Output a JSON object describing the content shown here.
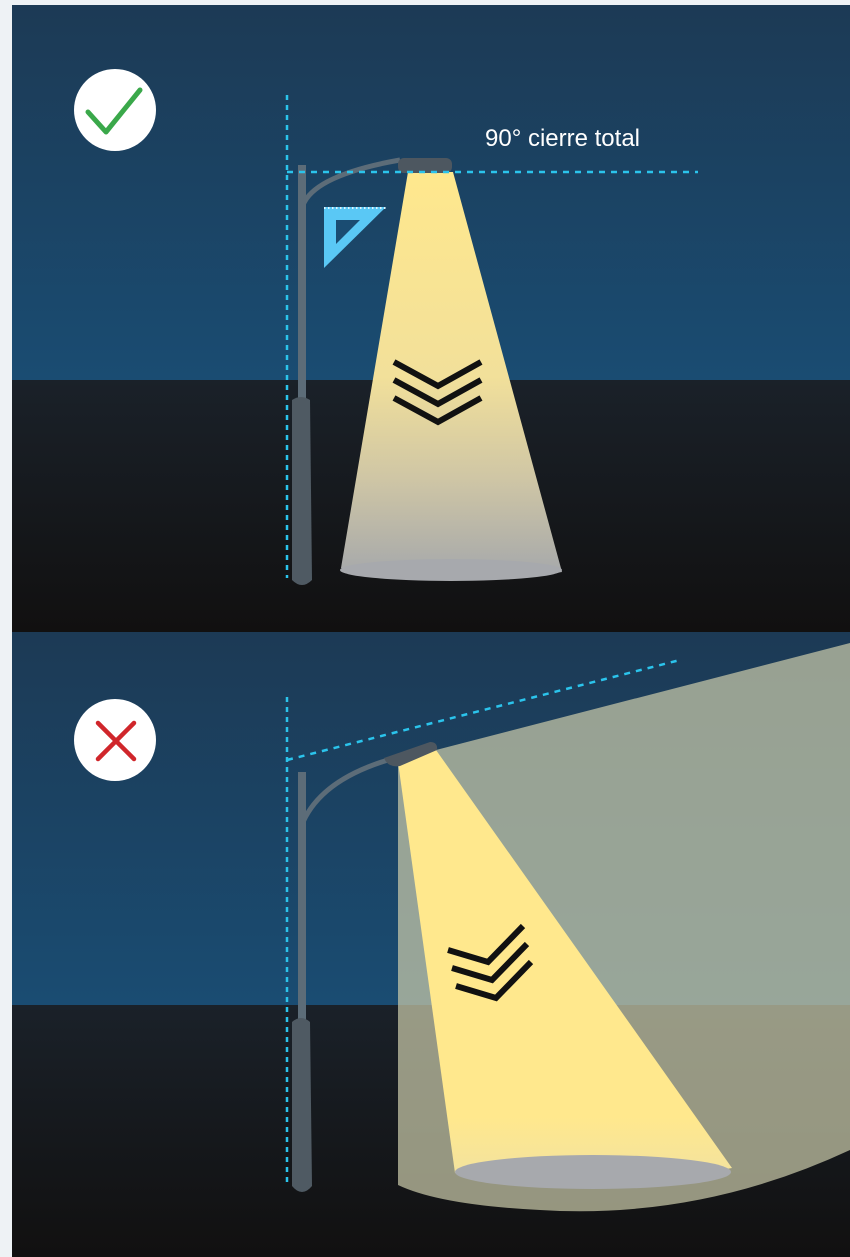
{
  "panels": [
    {
      "id": "correct",
      "status": "correct",
      "status_icon": "check-icon",
      "annotation": "90° cierre total"
    },
    {
      "id": "incorrect",
      "status": "incorrect",
      "status_icon": "cross-icon"
    }
  ],
  "colors": {
    "sky_top": "#1c3a55",
    "sky_bottom": "#1a4c72",
    "ground_top": "#1a2129",
    "ground_bottom": "#111010",
    "light_beam": "#ffe88d",
    "light_spill": "#c9c9a9",
    "guide_line": "#2bc4ec",
    "pole": "#5c6c78",
    "check": "#3aa84a",
    "cross": "#d0262b",
    "square_tool": "#5ac8f5"
  }
}
